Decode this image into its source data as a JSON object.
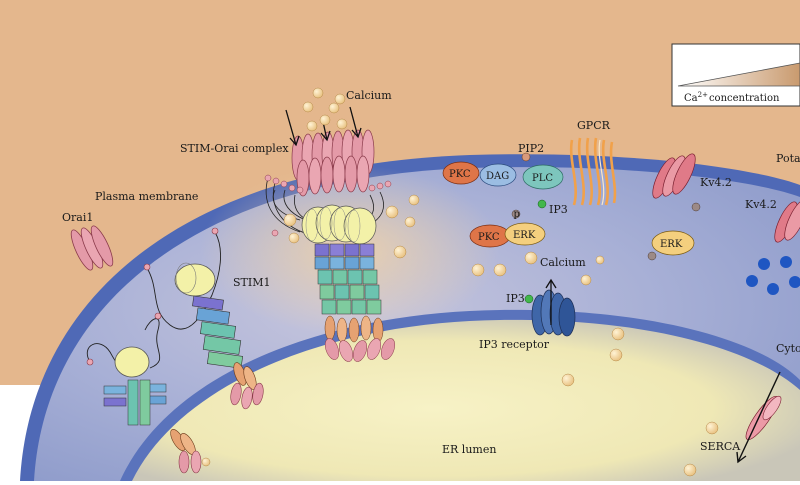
{
  "labels": {
    "calcium_top": "Calcium",
    "stim_orai_complex": "STIM-Orai complex",
    "plasma_membrane": "Plasma membrane",
    "orai1": "Orai1",
    "stim1": "STIM1",
    "pip2": "PIP2",
    "gpcr": "GPCR",
    "pkc_1": "PKC",
    "dag": "DAG",
    "plc": "PLC",
    "ip3_1": "IP3",
    "pkc_2": "PKC",
    "erk_1": "ERK",
    "calcium_mid": "Calcium",
    "ip3_2": "IP3",
    "ip3_receptor": "IP3 receptor",
    "kv42_1": "Kv4.2",
    "erk_2": "ERK",
    "potas": "Potas",
    "kv42_2": "Kv4.2",
    "cyto": "Cyto",
    "serca": "SERCA",
    "er_lumen": "ER lumen",
    "ca_concentration_prefix": "Ca",
    "ca_concentration_sup": "2+",
    "ca_concentration_suffix": "concentration",
    "phospho_p": "p"
  },
  "colors": {
    "extracellular": "#e2b58c",
    "cytoplasm": "#a7b0d8",
    "membrane": "#4d66b4",
    "er_lumen": "#f3eebb",
    "calcium": "#f6d8a0",
    "orai": "#e39aa8",
    "stim_yellow": "#f2f1a6",
    "pkc": "#df7548",
    "dag": "#9bbde3",
    "plc": "#7dc6bd",
    "erk": "#f4cf7e",
    "gpcr": "#f1a14a",
    "ip3_green": "#42b74c",
    "ip3r": "#3f66a8",
    "blue_dot": "#1f56c2"
  },
  "icons": [
    "orai1-channel-icon",
    "stim1-protein-icon",
    "gpcr-icon",
    "kv42-channel-icon",
    "ip3-receptor-icon",
    "serca-pump-icon",
    "calcium-ion-icon"
  ]
}
